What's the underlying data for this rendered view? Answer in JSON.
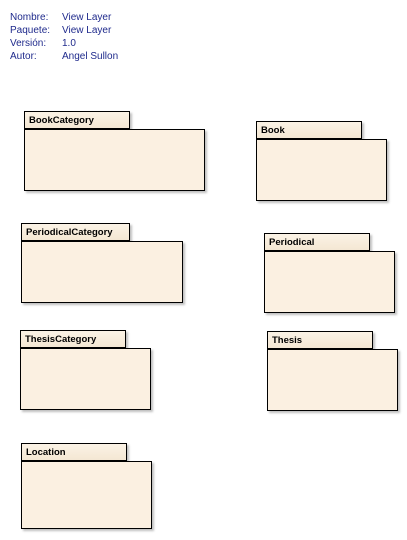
{
  "meta": {
    "rows": [
      {
        "key": "Nombre:",
        "value": "View Layer"
      },
      {
        "key": "Paquete:",
        "value": "View Layer"
      },
      {
        "key": "Versión:",
        "value": "1.0"
      },
      {
        "key": "Autor:",
        "value": "Angel Sullon"
      }
    ]
  },
  "packages": [
    {
      "name": "BookCategory"
    },
    {
      "name": "Book"
    },
    {
      "name": "PeriodicalCategory"
    },
    {
      "name": "Periodical"
    },
    {
      "name": "ThesisCategory"
    },
    {
      "name": "Thesis"
    },
    {
      "name": "Location"
    }
  ],
  "colors": {
    "package_fill": "#fbf0e1",
    "meta_text": "#1f2a8c"
  }
}
